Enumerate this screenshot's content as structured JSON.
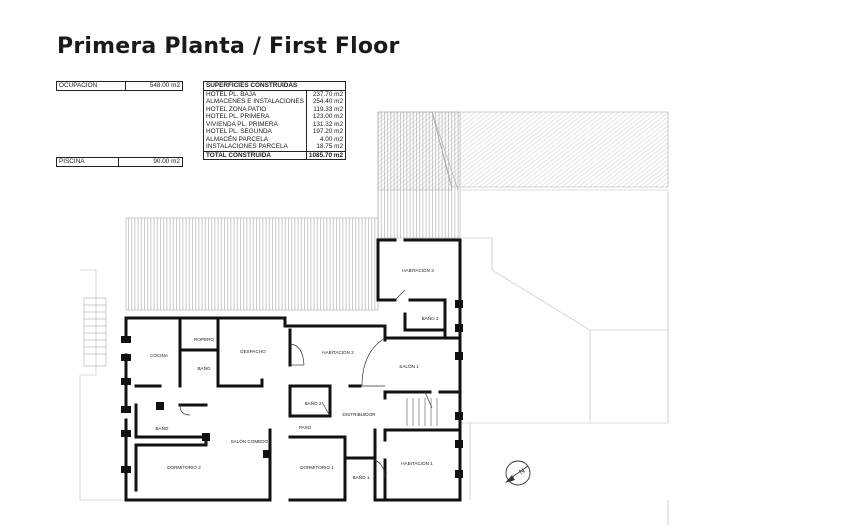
{
  "title": "Primera Planta / First Floor",
  "ocupacion": {
    "label": "OCUPACIÓN",
    "value": "548.00 m2"
  },
  "piscina": {
    "label": "PISCINA",
    "value": "90.00 m2"
  },
  "superficies": {
    "header": "SUPERFICIES CONSTRUIDAS",
    "rows": [
      {
        "label": "HOTEL PL. BAJA",
        "value": "237.70 m2"
      },
      {
        "label": "ALMACENES E INSTALACIONES",
        "value": "254.40 m2"
      },
      {
        "label": "HOTEL ZONA PATIO",
        "value": "119.33 m2"
      },
      {
        "label": "HOTEL PL. PRIMERA",
        "value": "123.00 m2"
      },
      {
        "label": "VIVIENDA PL. PRIMERA",
        "value": "131.32 m2"
      },
      {
        "label": "HOTEL PL. SEGUNDA",
        "value": "197.20 m2"
      },
      {
        "label": "ALMACÉN PARCELA",
        "value": "4.00 m2"
      },
      {
        "label": "INSTALACIONES PARCELA",
        "value": "18.75 m2"
      }
    ],
    "total": {
      "label": "TOTAL CONSTRUIDA",
      "value": "1085.70 m2"
    }
  },
  "rooms": {
    "cocina": "COCINA",
    "ropero": "ROPERO",
    "despacho": "DESPACHO",
    "bano_a": "BAÑO",
    "habitacion2": "HABITACIÓN 2",
    "habitacion3": "HABITACIÓN 3",
    "bano3": "BAÑO 3",
    "salon1": "SALÓN 1",
    "bano_b": "BAÑO",
    "bano2": "BAÑO 2",
    "distribuidor": "DISTRIBUIDOR",
    "paso": "PASO",
    "salon_comedor": "SALÓN COMEDOR",
    "dormitorio2": "DORMITORIO 2",
    "dormitorio1": "DORMITORIO 1",
    "bano1": "BAÑO 1",
    "habitacion1": "HABITACIÓN 1"
  },
  "north_label": "N"
}
